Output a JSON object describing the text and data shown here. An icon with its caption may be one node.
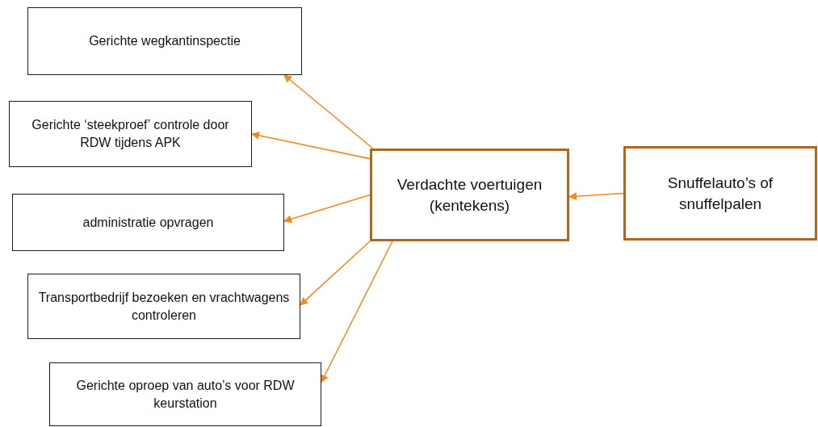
{
  "diagram": {
    "nodes": [
      {
        "text": [
          "Gerichte wegkantinspectie"
        ]
      },
      {
        "text": [
          "Gerichte ‘steekproef’ controle door RDW tijdens APK"
        ]
      },
      {
        "text": [
          "administratie opvragen"
        ]
      },
      {
        "text": [
          "Transportbedrijf bezoeken en vrachtwagens controleren"
        ]
      },
      {
        "text": [
          "Gerichte oproep van auto’s voor RDW keurstation"
        ]
      },
      {
        "text": [
          "Verdachte voertuigen (kentekens)"
        ]
      },
      {
        "text": [
          "Snuffelauto’s of snuffelpalen"
        ]
      }
    ],
    "edges": [
      {
        "from": 5,
        "to": 0,
        "arrow": "to"
      },
      {
        "from": 5,
        "to": 1,
        "arrow": "to"
      },
      {
        "from": 5,
        "to": 2,
        "arrow": "to"
      },
      {
        "from": 5,
        "to": 3,
        "arrow": "to"
      },
      {
        "from": 5,
        "to": 4,
        "arrow": "to"
      },
      {
        "from": 6,
        "to": 5,
        "arrow": "to"
      }
    ]
  }
}
